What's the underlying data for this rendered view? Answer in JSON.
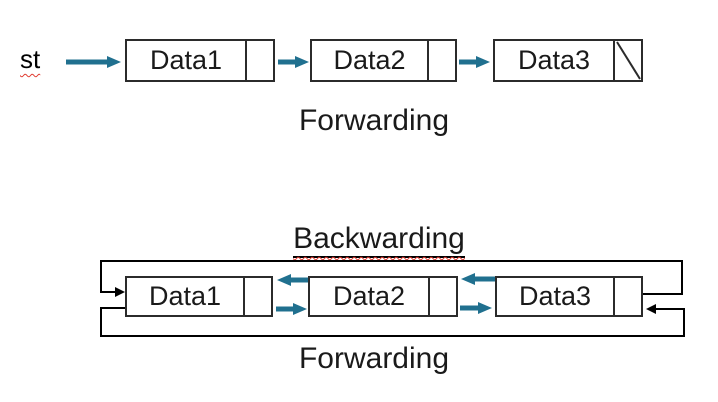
{
  "colors": {
    "arrow_teal": "#20708F",
    "loop_line": "#000000",
    "box_border": "#2b2b2b",
    "spellcheck_red": "#e03a2f",
    "text": "#1a1a1a",
    "background": "#ffffff"
  },
  "top_diagram": {
    "head_label": "st",
    "nodes": [
      {
        "label": "Data1",
        "pointer": "next"
      },
      {
        "label": "Data2",
        "pointer": "next"
      },
      {
        "label": "Data3",
        "pointer": "null"
      }
    ],
    "caption": "Forwarding"
  },
  "bottom_diagram": {
    "title": "Backwarding",
    "nodes": [
      {
        "label": "Data1"
      },
      {
        "label": "Data2"
      },
      {
        "label": "Data3"
      }
    ],
    "caption": "Forwarding"
  }
}
